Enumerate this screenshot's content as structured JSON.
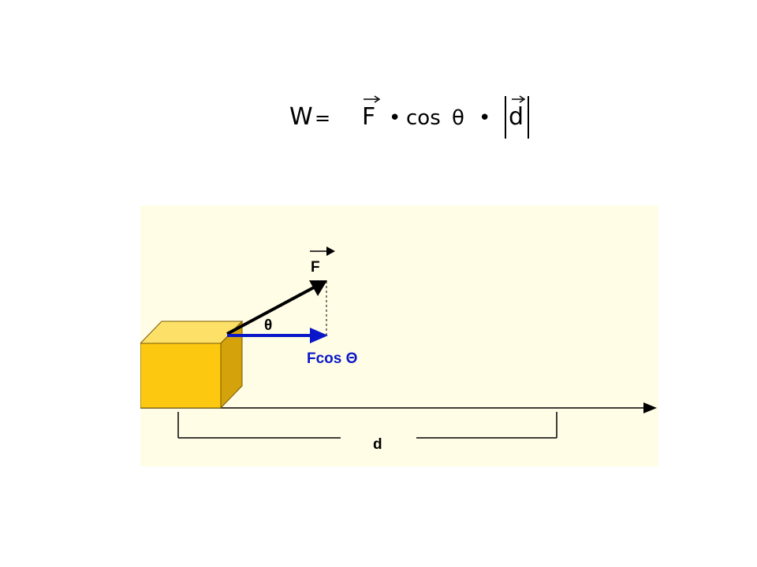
{
  "formula": {
    "lhs": "W",
    "equals": "=",
    "force": "F",
    "dot1": "•",
    "cos": "cos",
    "theta": "θ",
    "dot2": "•",
    "displacement": "d"
  },
  "diagram": {
    "force_label": "F",
    "angle_label": "θ",
    "component_label": "Fcos Θ",
    "distance_label": "d",
    "colors": {
      "background": "#fffde6",
      "box_front": "#fdc910",
      "box_top": "#fde068",
      "box_side": "#d4a30b",
      "force_vector": "#000000",
      "component_vector": "#0a17c8",
      "ground": "#000000"
    }
  }
}
